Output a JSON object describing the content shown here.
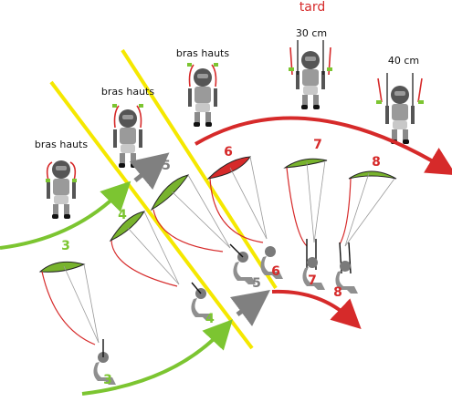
{
  "top_label": "tard",
  "pilot_labels": {
    "p1": "bras hauts",
    "p2": "bras hauts",
    "p3": "bras hauts",
    "p4": "30 cm",
    "p5": "40 cm"
  },
  "numbers": {
    "green_3_wing": "3",
    "green_3_pilot": "3",
    "green_4_wing": "4",
    "green_4_pilot": "4",
    "grey_5_top": "5",
    "grey_5_bottom": "5",
    "red_6_wing": "6",
    "red_6_pilot": "6",
    "red_7_wing": "7",
    "red_7_pilot": "7",
    "red_8_wing": "8",
    "red_8_pilot": "8"
  },
  "colors": {
    "green": "#7cc531",
    "red": "#d62a2a",
    "yellow": "#f5e800",
    "grey": "#808080",
    "wing_green": "#78b32d"
  }
}
